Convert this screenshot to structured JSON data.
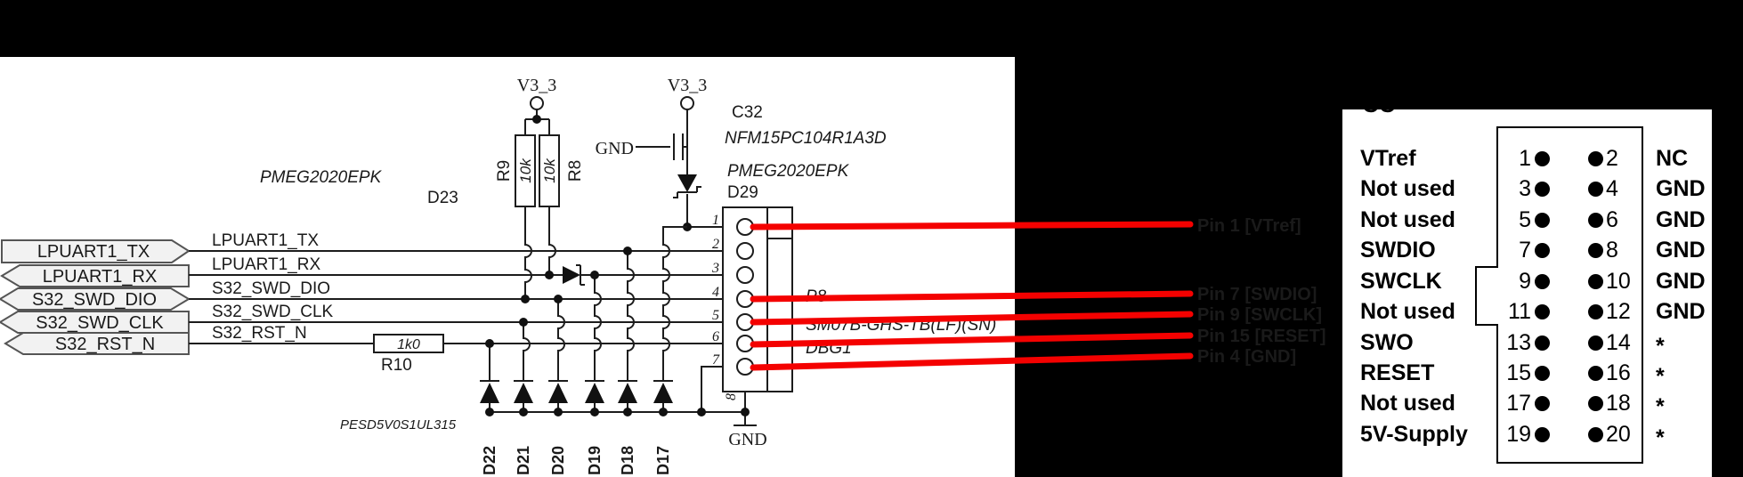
{
  "schematic": {
    "flags": [
      "LPUART1_TX",
      "LPUART1_RX",
      "S32_SWD_DIO",
      "S32_SWD_CLK",
      "S32_RST_N"
    ],
    "nets": [
      "LPUART1_TX",
      "LPUART1_RX",
      "S32_SWD_DIO",
      "S32_SWD_CLK",
      "S32_RST_N"
    ],
    "power": {
      "v33_left": "V3_3",
      "v33_right": "V3_3",
      "gnd_cap": "GND",
      "gnd_bottom": "GND"
    },
    "labels": {
      "d23_part": "PMEG2020EPK",
      "d23_ref": "D23",
      "r9_ref": "R9",
      "r9_val": "10k",
      "r8_val": "10k",
      "r8_ref": "R8",
      "r10_val": "1k0",
      "r10_ref": "R10",
      "c32_ref": "C32",
      "c32_part": "NFM15PC104R1A3D",
      "d29_part": "PMEG2020EPK",
      "d29_ref": "D29",
      "esd_part": "PESD5V0S1UL315",
      "conn_ref": "P8",
      "conn_part": "SM07B-GHS-TB(LF)(SN)",
      "conn_name": "DBG1",
      "pin8": "8"
    },
    "pins": [
      "1",
      "2",
      "3",
      "4",
      "5",
      "6",
      "7"
    ],
    "esd_refs": [
      "D22",
      "D21",
      "D20",
      "D19",
      "D18",
      "D17"
    ]
  },
  "annotations": {
    "color": "#f40100",
    "items": [
      {
        "label": "Pin 1 [VTref]"
      },
      {
        "label": "Pin 7 [SWDIO]"
      },
      {
        "label": "Pin 9 [SWCLK]"
      },
      {
        "label": "Pin 15 [RESET]"
      },
      {
        "label": "Pin 4 [GND]"
      }
    ]
  },
  "pinout": {
    "cropped_header_remnant": "CC",
    "rows": [
      {
        "left_label": "VTref",
        "left_pin": "1",
        "right_pin": "2",
        "right_label": "NC"
      },
      {
        "left_label": "Not used",
        "left_pin": "3",
        "right_pin": "4",
        "right_label": "GND"
      },
      {
        "left_label": "Not used",
        "left_pin": "5",
        "right_pin": "6",
        "right_label": "GND"
      },
      {
        "left_label": "SWDIO",
        "left_pin": "7",
        "right_pin": "8",
        "right_label": "GND"
      },
      {
        "left_label": "SWCLK",
        "left_pin": "9",
        "right_pin": "10",
        "right_label": "GND"
      },
      {
        "left_label": "Not used",
        "left_pin": "11",
        "right_pin": "12",
        "right_label": "GND"
      },
      {
        "left_label": "SWO",
        "left_pin": "13",
        "right_pin": "14",
        "right_label": "*"
      },
      {
        "left_label": "RESET",
        "left_pin": "15",
        "right_pin": "16",
        "right_label": "*"
      },
      {
        "left_label": "Not used",
        "left_pin": "17",
        "right_pin": "18",
        "right_label": "*"
      },
      {
        "left_label": "5V-Supply",
        "left_pin": "19",
        "right_pin": "20",
        "right_label": "*"
      }
    ]
  }
}
